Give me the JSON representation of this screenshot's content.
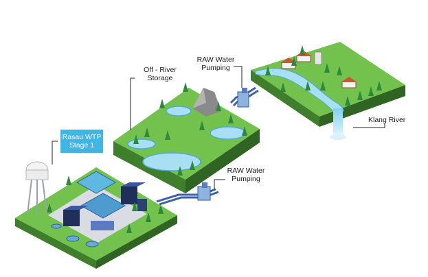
{
  "labels": {
    "off_river_storage_line1": "Off - River",
    "off_river_storage_line2": "Storage",
    "raw_pumping_top_line1": "RAW Water",
    "raw_pumping_top_line2": "Pumping",
    "raw_pumping_bottom_line1": "RAW Water",
    "raw_pumping_bottom_line2": "Pumping",
    "klang_river": "Klang River",
    "wtp_line1": "Rasau WTP",
    "wtp_line2": "Stage 1"
  },
  "colors": {
    "grass": "#6cc04a",
    "grass_dark": "#4e9b32",
    "soil": "#3f7f2b",
    "soil_dark": "#2f6422",
    "water": "#a9dff3",
    "water_edge": "#4ea9d6",
    "pipe": "#3d5fa8",
    "callout": "#3fb6e6"
  }
}
